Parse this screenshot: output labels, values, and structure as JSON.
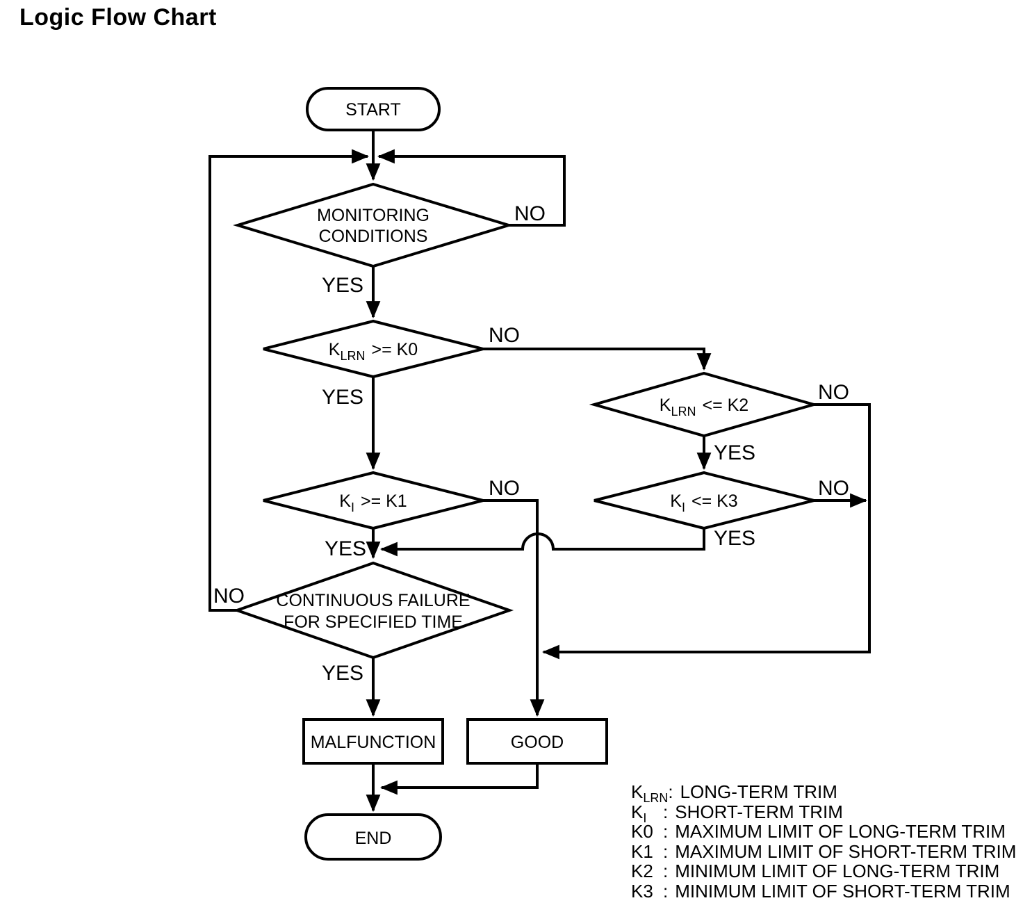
{
  "title": "Logic Flow Chart",
  "flowchart": {
    "terminals": {
      "start": "START",
      "end": "END"
    },
    "decisions": {
      "monitoring": {
        "line1": "MONITORING",
        "line2": "CONDITIONS"
      },
      "k0": {
        "base": "K",
        "sub": "LRN",
        "op": ">= K0"
      },
      "k2": {
        "base": "K",
        "sub": "LRN",
        "op": "<= K2"
      },
      "k1": {
        "base": "K",
        "sub": "I",
        "op": ">= K1"
      },
      "k3": {
        "base": "K",
        "sub": "I",
        "op": "<= K3"
      },
      "continuous": {
        "line1": "CONTINUOUS FAILURE",
        "line2": "FOR SPECIFIED TIME"
      }
    },
    "processes": {
      "malfunction": "MALFUNCTION",
      "good": "GOOD"
    },
    "labels": {
      "yes": "YES",
      "no": "NO"
    },
    "line_color": "#000000",
    "background_color": "#ffffff"
  },
  "legend": {
    "entries": [
      {
        "base": "K",
        "sub": "LRN",
        "sep": ":",
        "text": "LONG-TERM TRIM"
      },
      {
        "base": "K",
        "sub": "I",
        "sep": ":",
        "text": "SHORT-TERM TRIM"
      },
      {
        "base": "K0",
        "sub": "",
        "sep": ":",
        "text": "MAXIMUM LIMIT OF LONG-TERM TRIM"
      },
      {
        "base": "K1",
        "sub": "",
        "sep": ":",
        "text": "MAXIMUM LIMIT OF SHORT-TERM TRIM"
      },
      {
        "base": "K2",
        "sub": "",
        "sep": ":",
        "text": "MINIMUM LIMIT OF LONG-TERM TRIM"
      },
      {
        "base": "K3",
        "sub": "",
        "sep": ":",
        "text": "MINIMUM LIMIT OF SHORT-TERM TRIM"
      }
    ]
  }
}
